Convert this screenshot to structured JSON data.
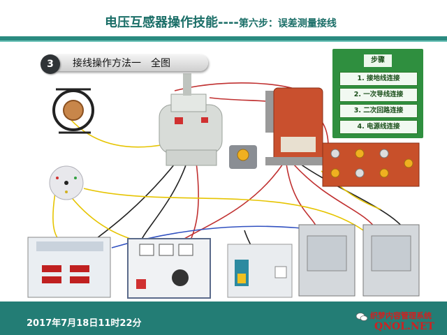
{
  "header": {
    "title": "电压互感器操作技能----",
    "subtitle": "第六步：误差测量接线"
  },
  "section": {
    "number": "3",
    "title": "接线操作方法一　全图"
  },
  "steps": {
    "heading": "步骤",
    "items": [
      {
        "label": "1. 接地线连接"
      },
      {
        "label": "2. 一次导线连接"
      },
      {
        "label": "3. 二次回路连接"
      },
      {
        "label": "4. 电源线连接"
      }
    ]
  },
  "footer": {
    "date": "2017年7月18日11时22分"
  },
  "watermark": {
    "line1": "织梦内容管理系统",
    "line2": "QNOL.NET"
  },
  "colors": {
    "header_bar": "#2a8a80",
    "footer": "#237d75",
    "steps_box": "#2f8f3f",
    "transformer_red": "#c9502e"
  }
}
